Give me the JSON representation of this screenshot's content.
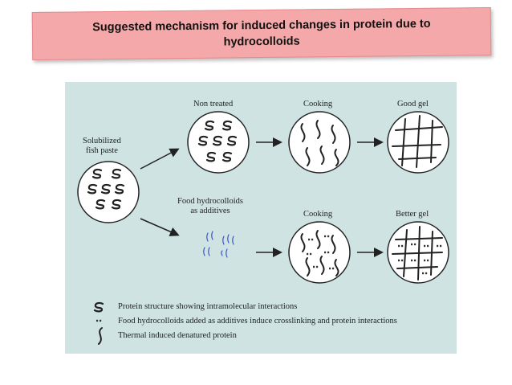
{
  "title": {
    "line1": "Suggested mechanism for induced  changes in protein due to",
    "line2": "hydrocolloids"
  },
  "diagram": {
    "start_label_line1": "Solubilized",
    "start_label_line2": "fish paste",
    "top_row": {
      "non_treated": "Non treated",
      "cooking": "Cooking",
      "result": "Good gel"
    },
    "additives_label_line1": "Food hydrocolloids",
    "additives_label_line2": "as additives",
    "bottom_row": {
      "cooking": "Cooking",
      "result": "Better gel"
    }
  },
  "legend": {
    "protein_structure": "Protein structure showing intramolecular interactions",
    "hydrocolloids": "Food hydrocolloids added as additives induce crosslinking and protein interactions",
    "denatured": "Thermal induced denatured protein"
  },
  "colors": {
    "title_bg": "#f5a8a9",
    "figure_bg": "#cfe3e3",
    "annotation_ink": "#3a57c4"
  }
}
